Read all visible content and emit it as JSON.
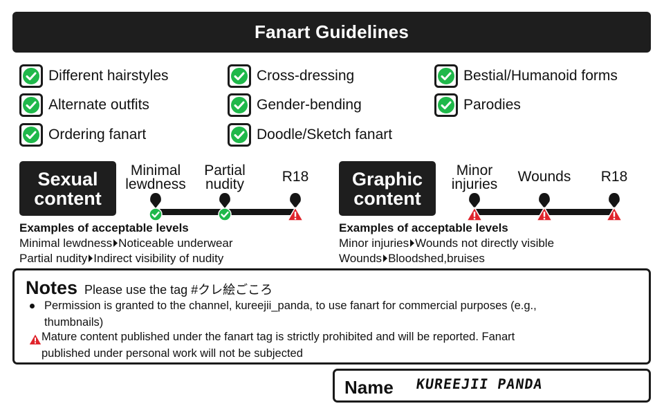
{
  "header": {
    "title": "Fanart Guidelines"
  },
  "allowed": {
    "col1": [
      "Different hairstyles",
      "Alternate outfits",
      "Ordering fanart"
    ],
    "col2": [
      "Cross-dressing",
      "Gender-bending",
      "Doodle/Sketch fanart"
    ],
    "col3": [
      "Bestial/Humanoid forms",
      "Parodies"
    ]
  },
  "sexual": {
    "tag": "Sexual\ncontent",
    "levels": [
      {
        "label": "Minimal\nlewdness",
        "status": "allowed"
      },
      {
        "label": "Partial\nnudity",
        "status": "allowed"
      },
      {
        "label": "R18",
        "status": "warning"
      }
    ],
    "examples_title": "Examples of acceptable levels",
    "examples": [
      {
        "level": "Minimal lewdness",
        "desc": "Noticeable underwear"
      },
      {
        "level": "Partial nudity",
        "desc": "Indirect visibility of nudity"
      }
    ]
  },
  "graphic": {
    "tag": "Graphic\ncontent",
    "levels": [
      {
        "label": "Minor\ninjuries",
        "status": "warning"
      },
      {
        "label": "Wounds",
        "status": "warning"
      },
      {
        "label": "R18",
        "status": "warning"
      }
    ],
    "examples_title": "Examples of acceptable levels",
    "examples": [
      {
        "level": "Minor injuries",
        "desc": "Wounds not directly visible"
      },
      {
        "level": "Wounds",
        "desc": "Bloodshed,bruises"
      }
    ]
  },
  "notes": {
    "title": "Notes",
    "tag_text": "Please use the tag #クレ絵ごころ",
    "bullet_line1": "Permission is granted to the channel, kureejii_panda, to use fanart for commercial purposes (e.g.,",
    "bullet_line2": "thumbnails)",
    "warning_line1": "Mature content published under the fanart tag is strictly prohibited and will be reported. Fanart",
    "warning_line2": "published under personal work will not be subjected"
  },
  "name": {
    "label": "Name",
    "value": "KUREEJII PANDA"
  },
  "colors": {
    "dark": "#1e1e1e",
    "check_green": "#1fb84a",
    "warning_red": "#e0242c"
  },
  "icons": {
    "check": "check-circle-icon",
    "warning": "warning-triangle-icon",
    "pin": "map-pin-icon",
    "arrow": "right-arrow-icon"
  }
}
